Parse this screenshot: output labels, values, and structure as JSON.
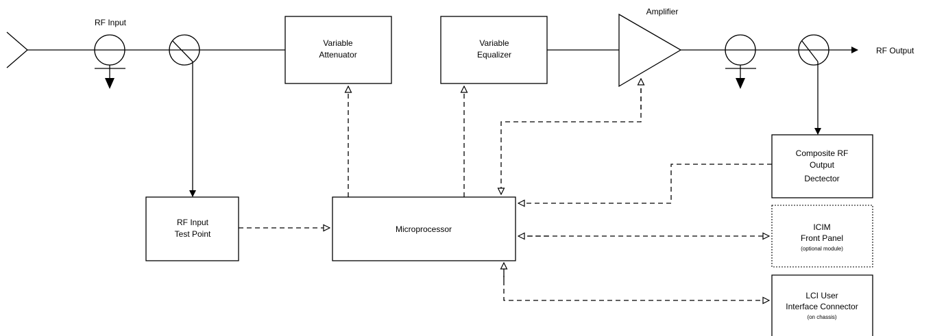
{
  "labels": {
    "rf_input_top": "RF Input",
    "amplifier": "Amplifier",
    "rf_output": "RF Output"
  },
  "blocks": {
    "variable_attenuator": [
      "Variable",
      "Attenuator"
    ],
    "variable_equalizer": [
      "Variable",
      "Equalizer"
    ],
    "rf_input_test_point": [
      "RF Input",
      "Test Point"
    ],
    "microprocessor": [
      "Microprocessor"
    ],
    "composite_rf_output_detector": [
      "Composite RF",
      "Output",
      "Dectector"
    ],
    "icim_front_panel": [
      "ICIM",
      "Front Panel"
    ],
    "icim_front_panel_note": "(optional module)",
    "lci_user_interface_connector": [
      "LCI User",
      "Interface Connector"
    ],
    "lci_note": "(on chassis)"
  }
}
